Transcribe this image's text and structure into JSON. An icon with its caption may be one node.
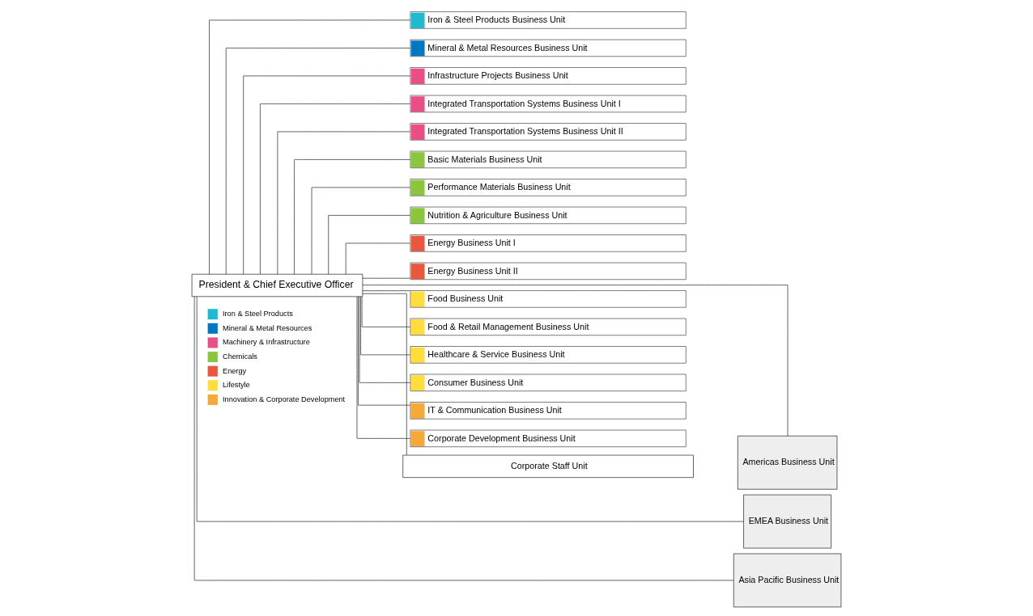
{
  "diagram": {
    "nodes": [
      {
        "text": [
          "President & Chief Executive Officer"
        ]
      },
      {
        "text": [
          "Iron & Steel Products Business Unit"
        ]
      },
      {
        "text": [
          "Mineral & Metal Resources Business Unit"
        ]
      },
      {
        "text": [
          "Infrastructure Projects Business Unit"
        ]
      },
      {
        "text": [
          "Integrated Transportation Systems Business Unit I"
        ]
      },
      {
        "text": [
          "Integrated Transportation Systems Business Unit II"
        ]
      },
      {
        "text": [
          "Basic Materials Business Unit"
        ]
      },
      {
        "text": [
          "Performance Materials Business Unit"
        ]
      },
      {
        "text": [
          "Nutrition & Agriculture Business Unit"
        ]
      },
      {
        "text": [
          "Energy Business Unit I"
        ]
      },
      {
        "text": [
          "Energy Business Unit II"
        ]
      },
      {
        "text": [
          "Food Business Unit"
        ]
      },
      {
        "text": [
          "Food & Retail Management Business Unit"
        ]
      },
      {
        "text": [
          "Healthcare & Service Business Unit"
        ]
      },
      {
        "text": [
          "Consumer Business Unit"
        ]
      },
      {
        "text": [
          "IT & Communication Business Unit"
        ]
      },
      {
        "text": [
          "Corporate Development Business Unit"
        ]
      },
      {
        "text": [
          "Corporate Staff Unit"
        ]
      },
      {
        "text": [
          "Americas Business Unit"
        ]
      },
      {
        "text": [
          "EMEA Business Unit"
        ]
      },
      {
        "text": [
          "Asia Pacific Business Unit"
        ]
      }
    ],
    "edges": [
      {
        "from": 0,
        "to": 1,
        "arrow": "none"
      },
      {
        "from": 0,
        "to": 2,
        "arrow": "none"
      },
      {
        "from": 0,
        "to": 3,
        "arrow": "none"
      },
      {
        "from": 0,
        "to": 4,
        "arrow": "none"
      },
      {
        "from": 0,
        "to": 5,
        "arrow": "none"
      },
      {
        "from": 0,
        "to": 6,
        "arrow": "none"
      },
      {
        "from": 0,
        "to": 7,
        "arrow": "none"
      },
      {
        "from": 0,
        "to": 8,
        "arrow": "none"
      },
      {
        "from": 0,
        "to": 9,
        "arrow": "none"
      },
      {
        "from": 0,
        "to": 10,
        "arrow": "none"
      },
      {
        "from": 0,
        "to": 11,
        "arrow": "none"
      },
      {
        "from": 0,
        "to": 12,
        "arrow": "none"
      },
      {
        "from": 0,
        "to": 13,
        "arrow": "none"
      },
      {
        "from": 0,
        "to": 14,
        "arrow": "none"
      },
      {
        "from": 0,
        "to": 15,
        "arrow": "none"
      },
      {
        "from": 0,
        "to": 16,
        "arrow": "none"
      },
      {
        "from": 0,
        "to": 17,
        "arrow": "none"
      },
      {
        "from": 0,
        "to": 18,
        "arrow": "none"
      },
      {
        "from": 0,
        "to": 19,
        "arrow": "none"
      },
      {
        "from": 0,
        "to": 20,
        "arrow": "none"
      }
    ],
    "legend": [
      {
        "text": "Iron & Steel Products",
        "color": "#1fbad0"
      },
      {
        "text": "Mineral & Metal Resources",
        "color": "#0078c1"
      },
      {
        "text": "Machinery & Infrastructure",
        "color": "#e94f86"
      },
      {
        "text": "Chemicals",
        "color": "#8cc63f"
      },
      {
        "text": "Energy",
        "color": "#e9573f"
      },
      {
        "text": "Lifestyle",
        "color": "#fedd3d"
      },
      {
        "text": "Innovation & Corporate Development",
        "color": "#f5a93a"
      }
    ]
  }
}
